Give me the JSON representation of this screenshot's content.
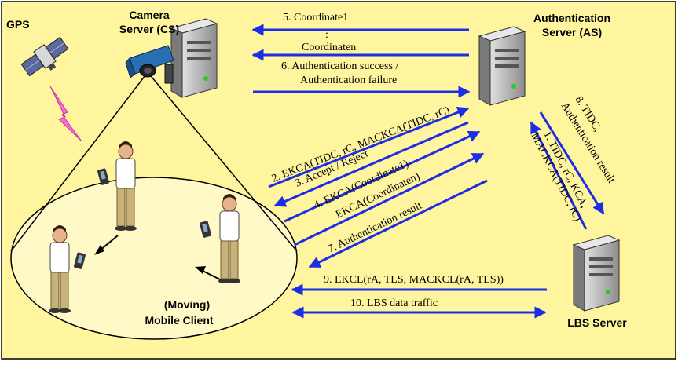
{
  "colors": {
    "background": "#FFF59E",
    "arrow": "#1B2EE6",
    "ellipse": "#FFF9C8",
    "lightning": "#FF69D9"
  },
  "labels": {
    "gps": "GPS",
    "camera_server_line1": "Camera",
    "camera_server_line2": "Server (CS)",
    "auth_server_line1": "Authentication",
    "auth_server_line2": "Server (AS)",
    "lbs_server": "LBS Server",
    "mobile_client_line1": "(Moving)",
    "mobile_client_line2": "Mobile Client"
  },
  "messages": {
    "m5": "5. Coordinate1",
    "dots": ":",
    "mn": "Coordinaten",
    "m6_line1": "6. Authentication success /",
    "m6_line2": "Authentication failure",
    "m2": "2. EKCA(TIDC, rC, MACKCA(TIDC, rC)",
    "m3": "3. Accept / Reject",
    "m4": "4. EKCA(Coordinate1)",
    "m4n": "EKCA(Coordinaten)",
    "m7": "7. Authentication result",
    "m8_line1": "8. TIDC,",
    "m8_line2": "Authentication result",
    "m1_line1": "1. TIDC, rC, KCA,",
    "m1_line2": "MACKCA(TIDC, rC)",
    "m9": "9. EKCL(rA, TLS, MACKCL(rA, TLS))",
    "m10": "10. LBS data traffic"
  }
}
